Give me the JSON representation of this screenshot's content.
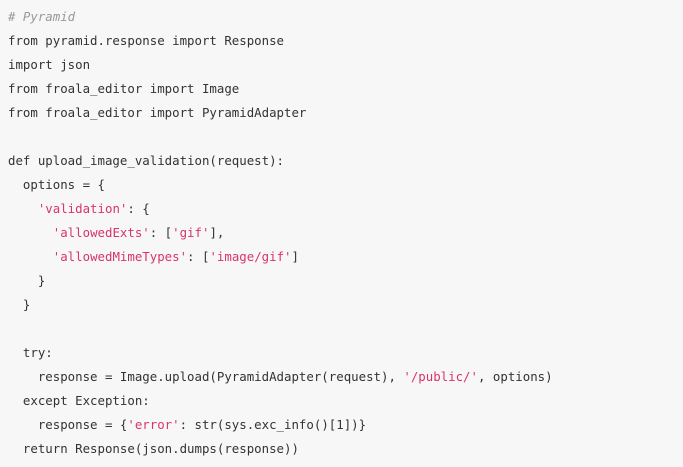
{
  "code": {
    "language": "python",
    "lines": [
      {
        "tokens": [
          {
            "t": "# Pyramid",
            "k": "comment"
          }
        ]
      },
      {
        "tokens": [
          {
            "t": "from pyramid.response import Response",
            "k": "plain"
          }
        ]
      },
      {
        "tokens": [
          {
            "t": "import json",
            "k": "plain"
          }
        ]
      },
      {
        "tokens": [
          {
            "t": "from froala_editor import Image",
            "k": "plain"
          }
        ]
      },
      {
        "tokens": [
          {
            "t": "from froala_editor import PyramidAdapter",
            "k": "plain"
          }
        ]
      },
      {
        "tokens": []
      },
      {
        "tokens": [
          {
            "t": "def upload_image_validation(request):",
            "k": "plain"
          }
        ]
      },
      {
        "tokens": [
          {
            "t": "  options = {",
            "k": "plain"
          }
        ]
      },
      {
        "tokens": [
          {
            "t": "    ",
            "k": "plain"
          },
          {
            "t": "'validation'",
            "k": "str"
          },
          {
            "t": ": {",
            "k": "plain"
          }
        ]
      },
      {
        "tokens": [
          {
            "t": "      ",
            "k": "plain"
          },
          {
            "t": "'allowedExts'",
            "k": "str"
          },
          {
            "t": ": [",
            "k": "plain"
          },
          {
            "t": "'gif'",
            "k": "str"
          },
          {
            "t": "],",
            "k": "plain"
          }
        ]
      },
      {
        "tokens": [
          {
            "t": "      ",
            "k": "plain"
          },
          {
            "t": "'allowedMimeTypes'",
            "k": "str"
          },
          {
            "t": ": [",
            "k": "plain"
          },
          {
            "t": "'image/gif'",
            "k": "str"
          },
          {
            "t": "]",
            "k": "plain"
          }
        ]
      },
      {
        "tokens": [
          {
            "t": "    }",
            "k": "plain"
          }
        ]
      },
      {
        "tokens": [
          {
            "t": "  }",
            "k": "plain"
          }
        ]
      },
      {
        "tokens": []
      },
      {
        "tokens": [
          {
            "t": "  try:",
            "k": "plain"
          }
        ]
      },
      {
        "tokens": [
          {
            "t": "    response = Image.upload(PyramidAdapter(request), ",
            "k": "plain"
          },
          {
            "t": "'/public/'",
            "k": "str"
          },
          {
            "t": ", options)",
            "k": "plain"
          }
        ]
      },
      {
        "tokens": [
          {
            "t": "  except Exception:",
            "k": "plain"
          }
        ]
      },
      {
        "tokens": [
          {
            "t": "    response = {",
            "k": "plain"
          },
          {
            "t": "'error'",
            "k": "str"
          },
          {
            "t": ": str(sys.exc_info()[1])}",
            "k": "plain"
          }
        ]
      },
      {
        "tokens": [
          {
            "t": "  return Response(json.dumps(response))",
            "k": "plain"
          }
        ]
      }
    ]
  },
  "colors": {
    "background": "#f7f7f8",
    "text": "#333333",
    "string": "#d9336c",
    "comment": "#999999"
  }
}
